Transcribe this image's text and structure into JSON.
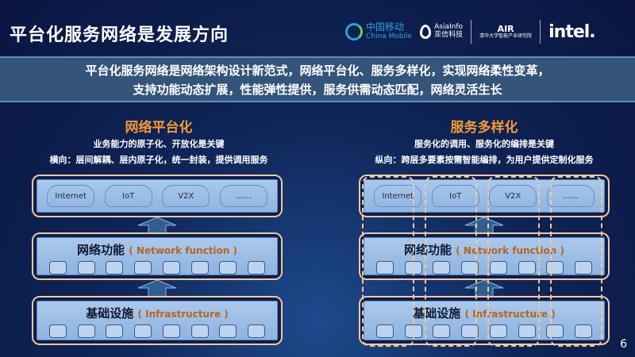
{
  "title": "平台化服务网络是发展方向",
  "logos": {
    "china_mobile_cn": "中国移动",
    "china_mobile_en": "China Mobile",
    "asiainfo_en": "AsiaInfo",
    "asiainfo_cn": "亚信科技",
    "air": "AIR",
    "air_cn": "清华大学智能产业研究院",
    "intel": "intel."
  },
  "banner": {
    "line1": "平台化服务网络是网络架构设计新范式，网络平台化、服务多样化，实现网络柔性变革，",
    "line2": "支持功能动态扩展，性能弹性提供，服务供需动态匹配，网络灵活生长"
  },
  "left": {
    "title": "网络平台化",
    "sub1": "业务能力的原子化、开放化是关键",
    "sub2": "横向：层间解耦、层内原子化，统一封装，提供调用服务"
  },
  "right": {
    "title": "服务多样化",
    "sub1": "服务化的调用、服务化的编排是关键",
    "sub2": "纵向：跨层多要素按需智能编排，为用户提供定制化服务"
  },
  "services": [
    "Internet",
    "IoT",
    "V2X",
    "……"
  ],
  "network_function": {
    "cn": "网络功能",
    "en": "( Network function )"
  },
  "infrastructure": {
    "cn": "基础设施",
    "en": "( Infrastructure )"
  },
  "page_number": "6"
}
